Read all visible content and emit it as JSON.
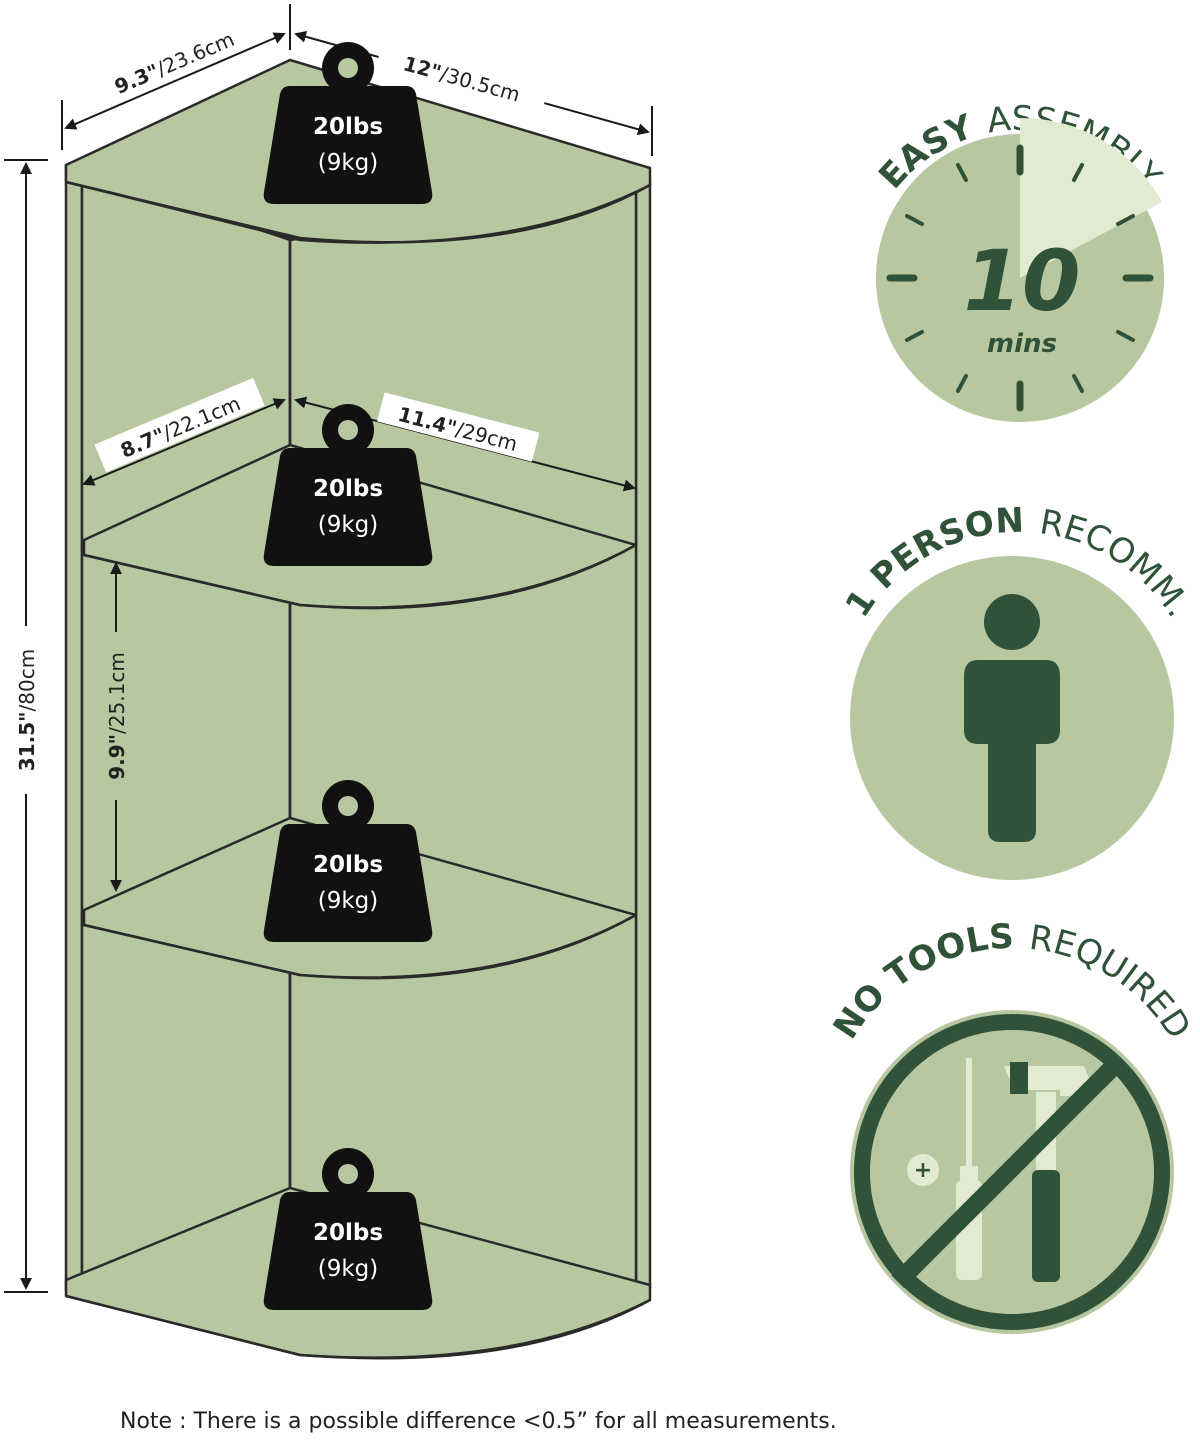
{
  "dimensions": {
    "top_left": {
      "imperial": "9.3\"",
      "metric": "/23.6cm"
    },
    "top_right": {
      "imperial": "12\"",
      "metric": "/30.5cm"
    },
    "shelf_left": {
      "imperial": "8.7\"",
      "metric": "/22.1cm"
    },
    "shelf_right": {
      "imperial": "11.4\"",
      "metric": "/29cm"
    },
    "height": {
      "imperial": "31.5\"",
      "metric": "/80cm"
    },
    "shelf_gap": {
      "imperial": "9.9\"",
      "metric": "/25.1cm"
    }
  },
  "weights": [
    {
      "lbs": "20lbs",
      "kg": "(9kg)"
    },
    {
      "lbs": "20lbs",
      "kg": "(9kg)"
    },
    {
      "lbs": "20lbs",
      "kg": "(9kg)"
    },
    {
      "lbs": "20lbs",
      "kg": "(9kg)"
    }
  ],
  "badges": {
    "assembly": {
      "bold": "EASY",
      "light": "ASSEMBLY",
      "number": "10",
      "unit": "mins"
    },
    "person": {
      "bold": "1 PERSON",
      "light": "RECOMM."
    },
    "tools": {
      "bold": "NO TOOLS",
      "light": "REQUIRED"
    }
  },
  "colors": {
    "panel": "#b7c7a0",
    "line": "#2a2a2a",
    "dark_green": "#2f5238",
    "light_green": "#e2ead2",
    "weight": "#111111"
  },
  "note": "Note : There is a possible difference <0.5” for all measurements."
}
